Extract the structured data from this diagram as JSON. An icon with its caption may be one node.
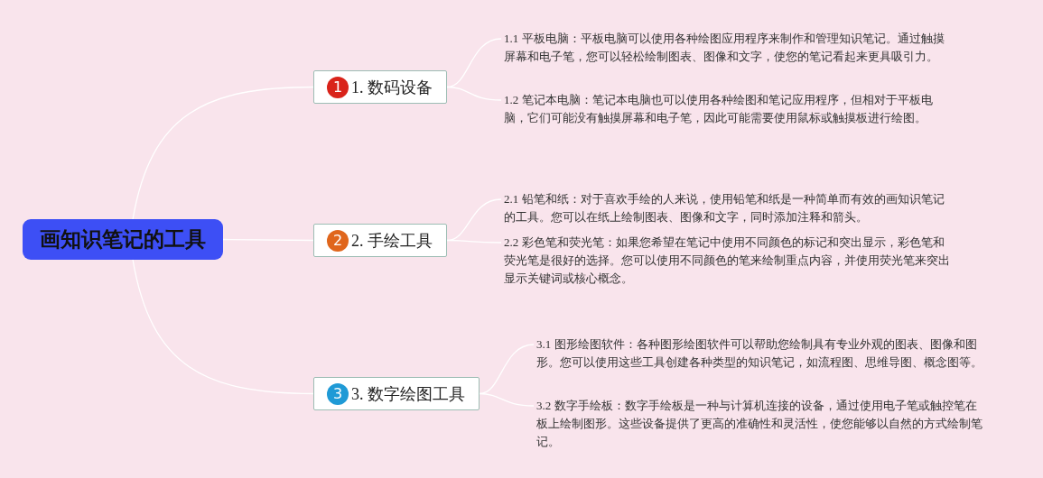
{
  "diagram": {
    "nodes": [
      {
        "text": [
          "画知识笔记的工具"
        ]
      },
      {
        "text": [
          "1",
          "1. 数码设备"
        ]
      },
      {
        "text": [
          "2",
          "2. 手绘工具"
        ]
      },
      {
        "text": [
          "3",
          "3. 数字绘图工具"
        ]
      },
      {
        "text": [
          "1.1 平板电脑：平板电脑可以使用各种绘图应用程序来制作和管理知识笔记。通过触摸屏幕和电子笔，您可以轻松绘制图表、图像和文字，使您的笔记看起来更具吸引力。"
        ]
      },
      {
        "text": [
          "1.2 笔记本电脑：笔记本电脑也可以使用各种绘图和笔记应用程序，但相对于平板电脑，它们可能没有触摸屏幕和电子笔，因此可能需要使用鼠标或触摸板进行绘图。"
        ]
      },
      {
        "text": [
          "2.1 铅笔和纸：对于喜欢手绘的人来说，使用铅笔和纸是一种简单而有效的画知识笔记的工具。您可以在纸上绘制图表、图像和文字，同时添加注释和箭头。"
        ]
      },
      {
        "text": [
          "2.2 彩色笔和荧光笔：如果您希望在笔记中使用不同颜色的标记和突出显示，彩色笔和荧光笔是很好的选择。您可以使用不同颜色的笔来绘制重点内容，并使用荧光笔来突出显示关键词或核心概念。"
        ]
      },
      {
        "text": [
          "3.1 图形绘图软件：各种图形绘图软件可以帮助您绘制具有专业外观的图表、图像和图形。您可以使用这些工具创建各种类型的知识笔记，如流程图、思维导图、概念图等。"
        ]
      },
      {
        "text": [
          "3.2 数字手绘板：数字手绘板是一种与计算机连接的设备，通过使用电子笔或触控笔在板上绘制图形。这些设备提供了更高的准确性和灵活性，使您能够以自然的方式绘制笔记。"
        ]
      }
    ],
    "edges": [
      {
        "from": 0,
        "to": 1,
        "arrow": "none"
      },
      {
        "from": 0,
        "to": 2,
        "arrow": "none"
      },
      {
        "from": 0,
        "to": 3,
        "arrow": "none"
      },
      {
        "from": 1,
        "to": 4,
        "arrow": "none"
      },
      {
        "from": 1,
        "to": 5,
        "arrow": "none"
      },
      {
        "from": 2,
        "to": 6,
        "arrow": "none"
      },
      {
        "from": 2,
        "to": 7,
        "arrow": "none"
      },
      {
        "from": 3,
        "to": 8,
        "arrow": "none"
      },
      {
        "from": 3,
        "to": 9,
        "arrow": "none"
      }
    ]
  }
}
